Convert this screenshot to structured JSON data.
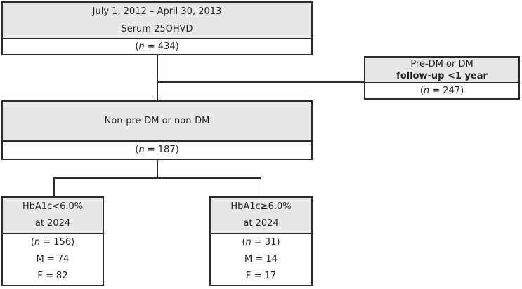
{
  "figure": {
    "colors": {
      "header_fill": "#e8e8e8",
      "border": "#2b2b2b",
      "text": "#1f1f1f",
      "background": "#ffffff"
    },
    "boxes": {
      "cohort": {
        "title_line1": "July 1, 2012 – April 30, 2013",
        "title_line2": "Serum 25OHVD",
        "n": {
          "open": "(",
          "var": "n",
          "rest": " = 434)"
        }
      },
      "excluded": {
        "title_line1": "Pre-DM or DM",
        "title_line2": "follow-up <1 year",
        "n": {
          "open": "(",
          "var": "n",
          "rest": " = 247)"
        }
      },
      "non_dm": {
        "title": "Non-pre-DM or non-DM",
        "n": {
          "open": "(",
          "var": "n",
          "rest": " = 187)"
        }
      },
      "hba1c_low": {
        "title_line1": "HbA1c<6.0%",
        "title_line2": "at 2024",
        "n": {
          "open": "(",
          "var": "n",
          "rest": " = 156)"
        },
        "male": "M = 74",
        "female": "F = 82"
      },
      "hba1c_high": {
        "title_line1": "HbA1c≥6.0%",
        "title_line2": "at 2024",
        "n": {
          "open": "(",
          "var": "n",
          "rest": " = 31)"
        },
        "male": "M = 14",
        "female": "F = 17"
      }
    }
  }
}
